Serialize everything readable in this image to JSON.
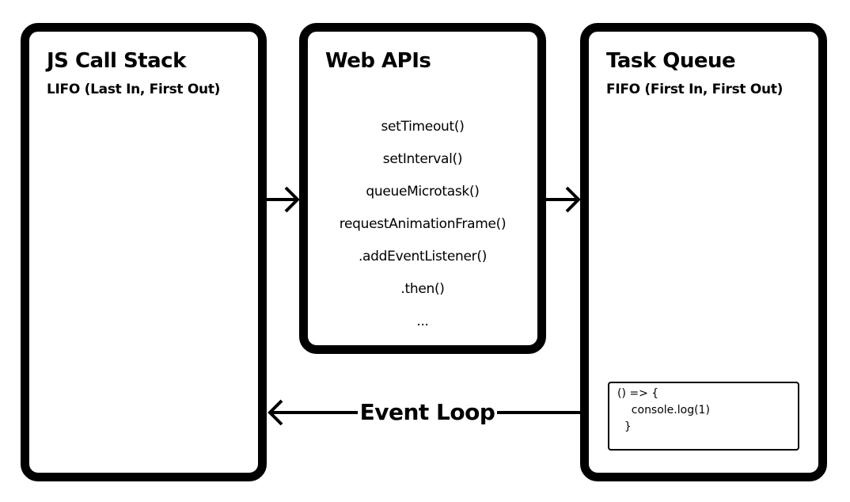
{
  "call_stack": {
    "title": "JS Call Stack",
    "subtitle": "LIFO (Last In, First Out)"
  },
  "web_apis": {
    "title": "Web APIs",
    "items": [
      "setTimeout()",
      "setInterval()",
      "queueMicrotask()",
      "requestAnimationFrame()",
      ".addEventListener()",
      ".then()",
      "..."
    ]
  },
  "task_queue": {
    "title": "Task Queue",
    "subtitle": "FIFO (First In, First Out)",
    "callback_code": [
      "() => {",
      "    console.log(1)",
      "  }"
    ]
  },
  "event_loop": {
    "label": "Event Loop"
  }
}
